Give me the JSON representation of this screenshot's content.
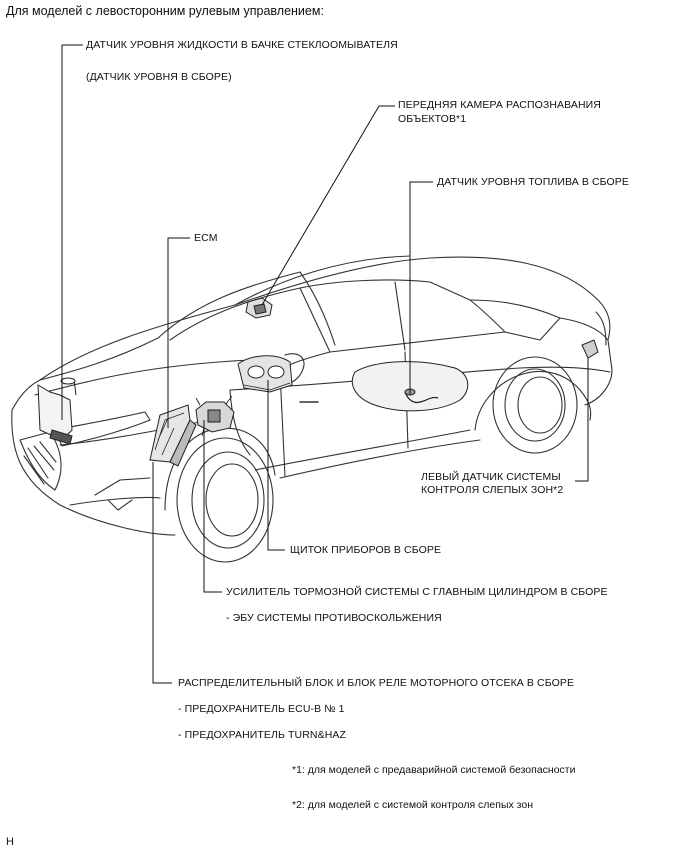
{
  "title": "Для моделей с левосторонним рулевым управлением:",
  "labels": {
    "washer_sensor": "ДАТЧИК УРОВНЯ ЖИДКОСТИ В БАЧКЕ СТЕКЛООМЫВАТЕЛЯ",
    "washer_sensor_sub": "(ДАТЧИК УРОВНЯ В СБОРЕ)",
    "front_camera": "ПЕРЕДНЯЯ КАМЕРА РАСПОЗНАВАНИЯ",
    "front_camera_2": "ОБЪЕКТОВ*1",
    "fuel_sensor": "ДАТЧИК УРОВНЯ ТОПЛИВА В СБОРЕ",
    "ecm": "ECM",
    "blind_spot_1": "ЛЕВЫЙ ДАТЧИК СИСТЕМЫ",
    "blind_spot_2": "КОНТРОЛЯ СЛЕПЫХ ЗОН*2",
    "combination_meter": "ЩИТОК ПРИБОРОВ В СБОРЕ",
    "brake_booster": "УСИЛИТЕЛЬ ТОРМОЗНОЙ СИСТЕМЫ С ГЛАВНЫМ ЦИЛИНДРОМ В СБОРЕ",
    "brake_booster_sub": "- ЭБУ СИСТЕМЫ ПРОТИВОСКОЛЬЖЕНИЯ",
    "junction_block": "РАСПРЕДЕЛИТЕЛЬНЫЙ БЛОК И БЛОК РЕЛЕ МОТОРНОГО ОТСЕКА В СБОРЕ",
    "junction_block_sub1": "- ПРЕДОХРАНИТЕЛЬ ECU-B № 1",
    "junction_block_sub2": "- ПРЕДОХРАНИТЕЛЬ TURN&HAZ"
  },
  "notes": {
    "note1": "*1: для моделей с предаварийной системой безопасности",
    "note2": "*2: для моделей с системой контроля слепых зон"
  },
  "corner_mark": "H"
}
